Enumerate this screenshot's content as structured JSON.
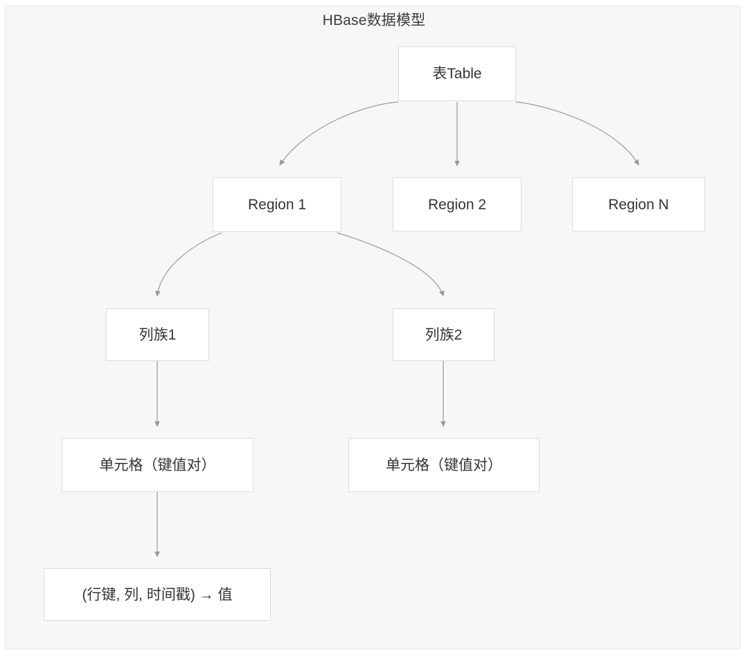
{
  "diagram": {
    "title": "HBase数据模型",
    "type": "tree-flowchart",
    "background_color": "#f7f7f7",
    "node_fill_color": "#ffffff",
    "node_border_color": "#dcdcdc",
    "edge_color": "#999999",
    "text_color": "#333333",
    "nodes": [
      {
        "id": "table",
        "label": "表Table",
        "level": 0
      },
      {
        "id": "region1",
        "label": "Region 1",
        "level": 1
      },
      {
        "id": "region2",
        "label": "Region 2",
        "level": 1
      },
      {
        "id": "regionN",
        "label": "Region N",
        "level": 1
      },
      {
        "id": "cf1",
        "label": "列族1",
        "level": 2
      },
      {
        "id": "cf2",
        "label": "列族2",
        "level": 2
      },
      {
        "id": "cell1",
        "label": "单元格（键值对）",
        "level": 3
      },
      {
        "id": "cell2",
        "label": "单元格（键值对）",
        "level": 3
      },
      {
        "id": "kv",
        "label": "(行键, 列, 时间戳) → 值",
        "level": 4
      }
    ],
    "edges": [
      {
        "from": "table",
        "to": "region1",
        "style": "curved-arrow"
      },
      {
        "from": "table",
        "to": "region2",
        "style": "straight-arrow"
      },
      {
        "from": "table",
        "to": "regionN",
        "style": "curved-arrow"
      },
      {
        "from": "region1",
        "to": "cf1",
        "style": "curved-arrow"
      },
      {
        "from": "region1",
        "to": "cf2",
        "style": "curved-arrow"
      },
      {
        "from": "cf1",
        "to": "cell1",
        "style": "straight-arrow"
      },
      {
        "from": "cf2",
        "to": "cell2",
        "style": "straight-arrow"
      },
      {
        "from": "cell1",
        "to": "kv",
        "style": "straight-arrow"
      }
    ]
  }
}
